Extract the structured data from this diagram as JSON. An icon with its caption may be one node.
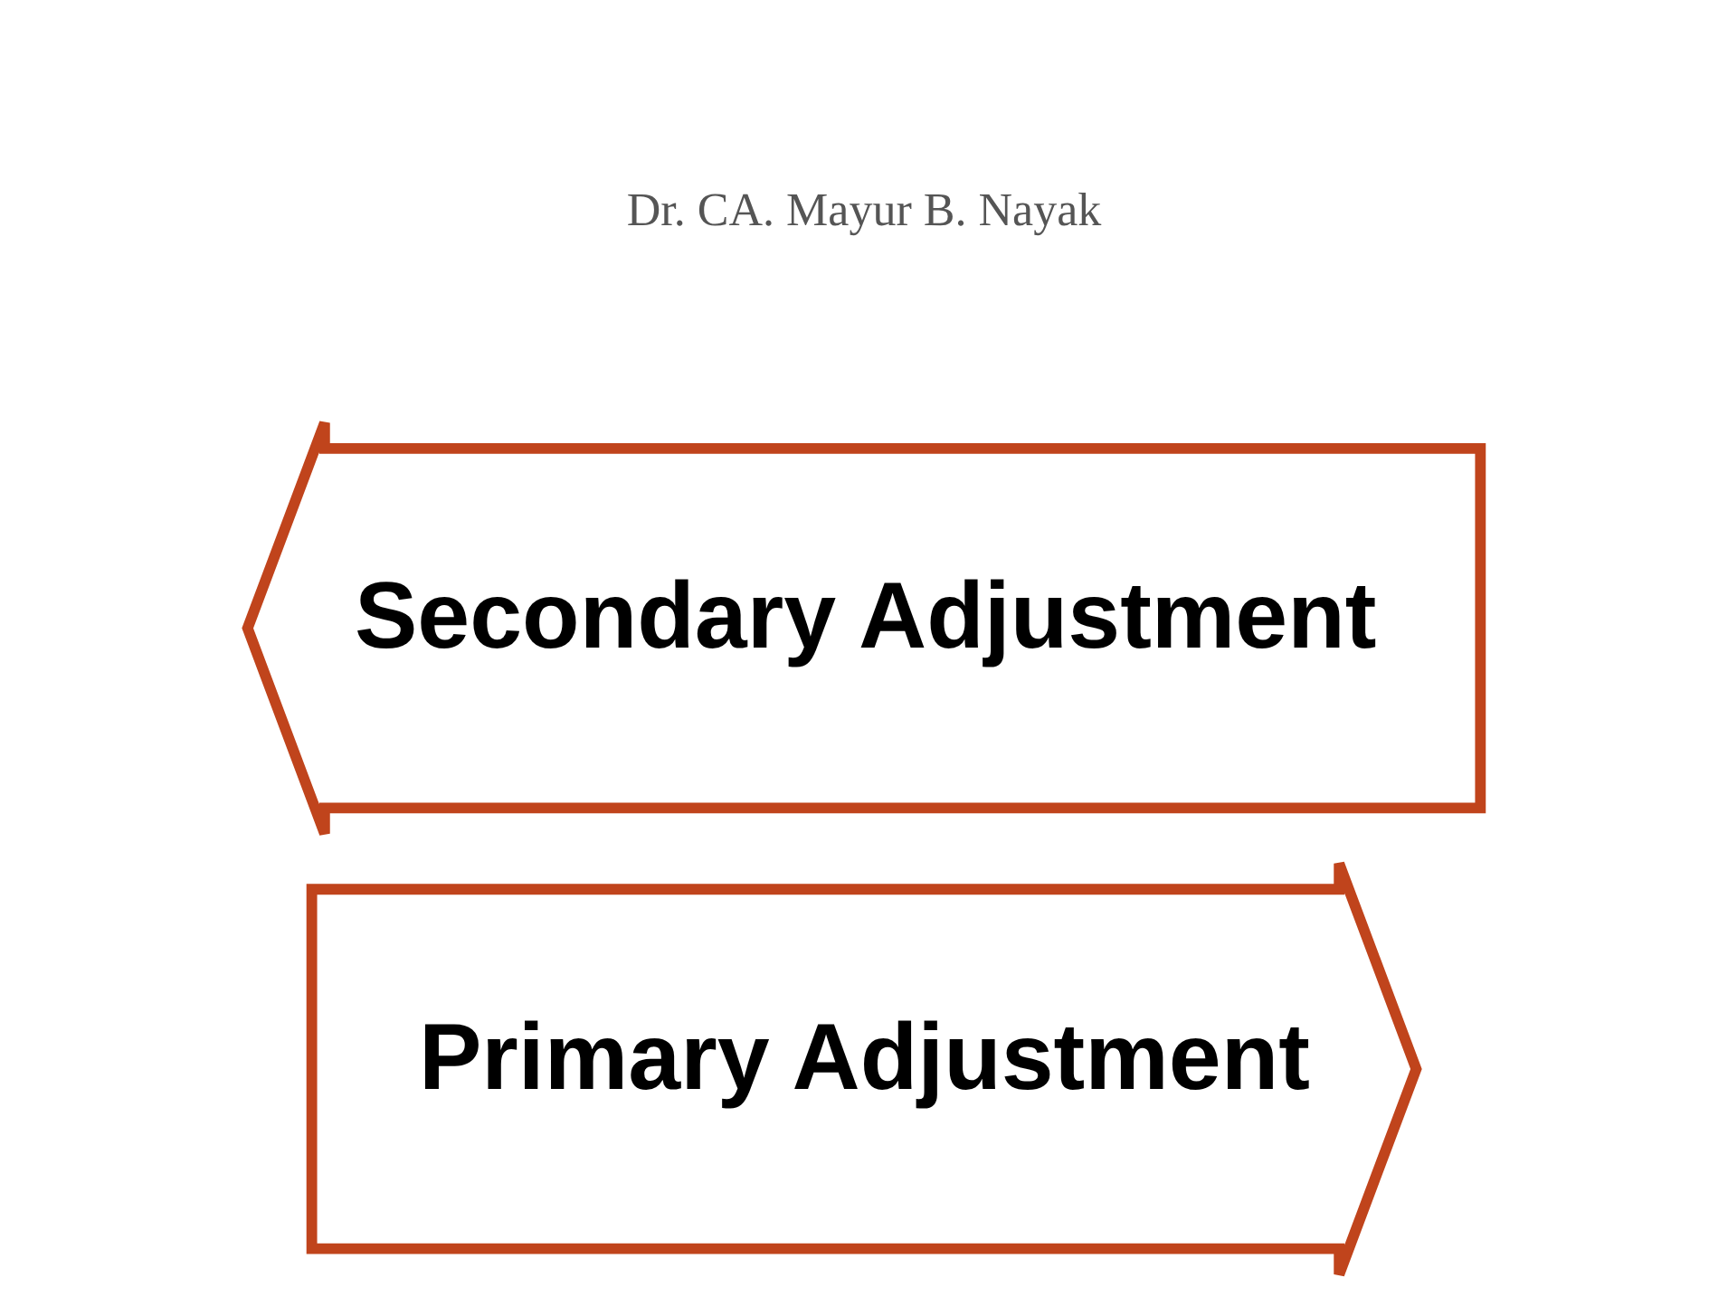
{
  "diagram": {
    "nodes": [
      {
        "text": [
          "Primary Adjustment"
        ]
      },
      {
        "text": [
          "Secondary Adjustment"
        ]
      }
    ],
    "edges": [],
    "labels": [
      "Dr. CA. Mayur B. Nayak"
    ]
  }
}
